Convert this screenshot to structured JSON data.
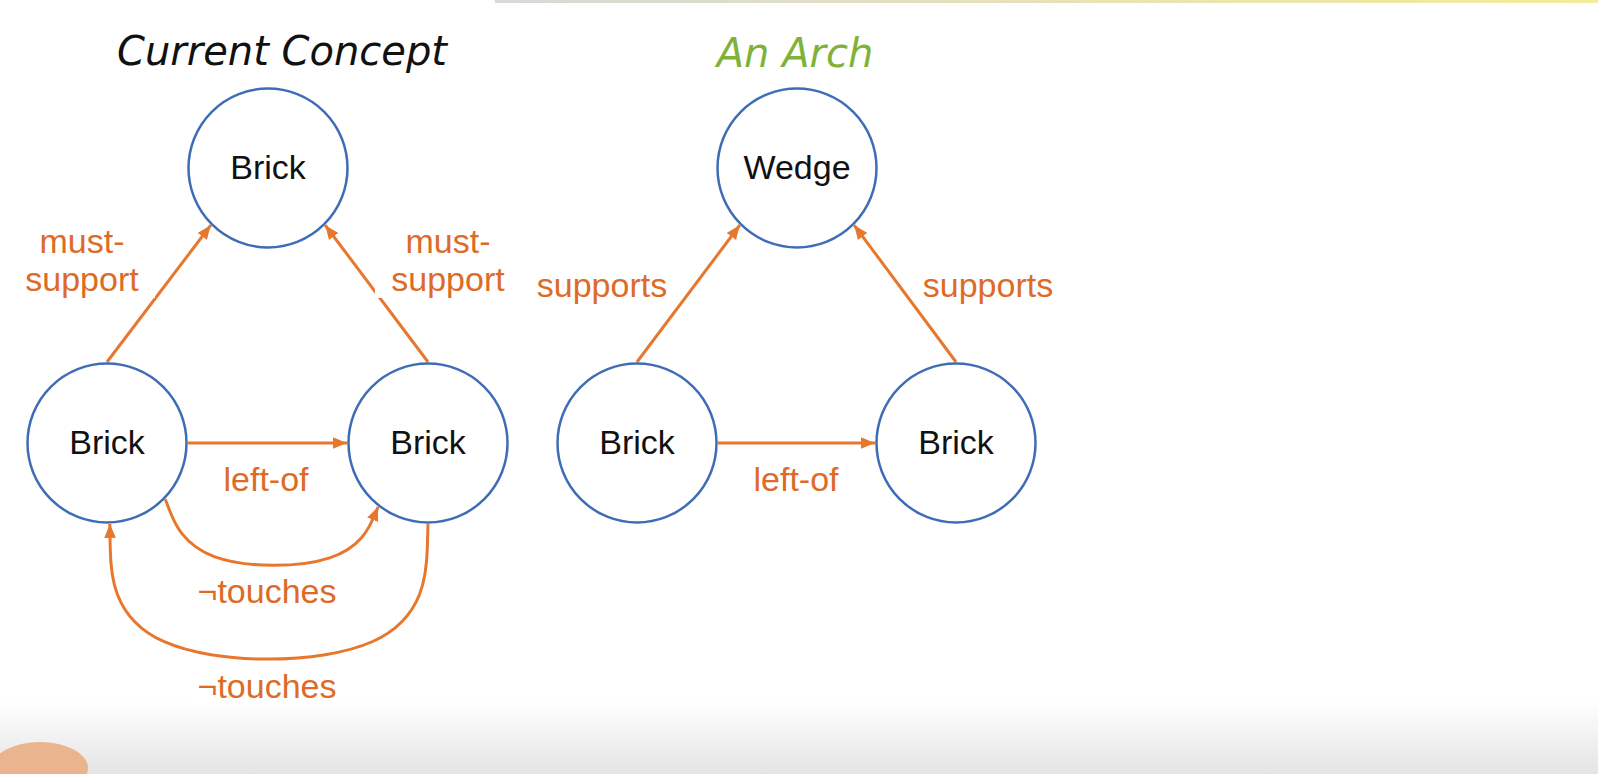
{
  "diagram": {
    "nodes": [
      {
        "text": [
          "Brick"
        ]
      },
      {
        "text": [
          "Brick"
        ]
      },
      {
        "text": [
          "Brick"
        ]
      },
      {
        "text": [
          "Wedge"
        ]
      },
      {
        "text": [
          "Brick"
        ]
      },
      {
        "text": [
          "Brick"
        ]
      }
    ],
    "edges": [
      {
        "from": 1,
        "to": 0,
        "arrow": "to",
        "label": "must-support"
      },
      {
        "from": 2,
        "to": 0,
        "arrow": "to",
        "label": "must-support"
      },
      {
        "from": 1,
        "to": 2,
        "arrow": "to",
        "label": "left-of"
      },
      {
        "from": 1,
        "to": 2,
        "arrow": "to",
        "label": "¬touches"
      },
      {
        "from": 2,
        "to": 1,
        "arrow": "to",
        "label": "¬touches"
      },
      {
        "from": 4,
        "to": 3,
        "arrow": "to",
        "label": "supports"
      },
      {
        "from": 5,
        "to": 3,
        "arrow": "to",
        "label": "supports"
      },
      {
        "from": 4,
        "to": 5,
        "arrow": "to",
        "label": "left-of"
      }
    ],
    "labels": [
      "Current Concept",
      "An Arch"
    ]
  }
}
